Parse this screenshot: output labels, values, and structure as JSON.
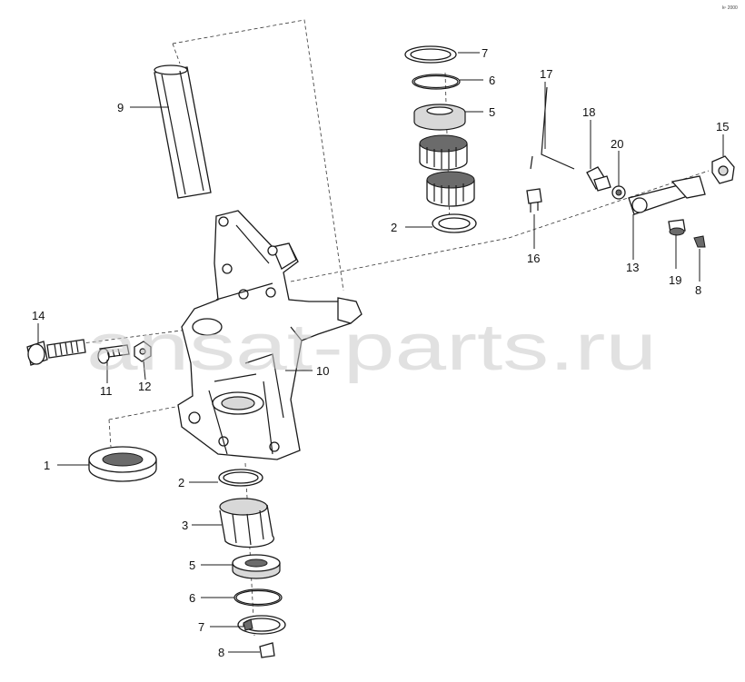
{
  "corner_code": "kⁿ 2000",
  "watermark": "ansat-parts.ru",
  "callouts": [
    "1",
    "2",
    "3",
    "5",
    "6",
    "7",
    "8",
    "2",
    "5",
    "6",
    "7",
    "9",
    "10",
    "11",
    "12",
    "14",
    "17",
    "18",
    "20",
    "15",
    "16",
    "13",
    "19",
    "8"
  ]
}
